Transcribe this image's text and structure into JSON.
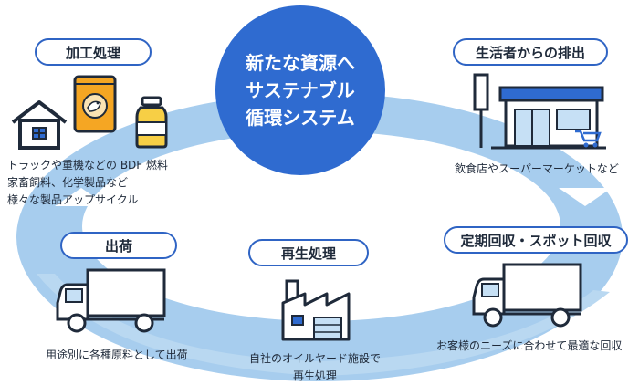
{
  "center": {
    "lines": [
      "新たな資源へ",
      "サステナブル",
      "循環システム"
    ]
  },
  "stages": {
    "processing": {
      "label": "加工処理",
      "desc": [
        "トラックや重機などの BDF 燃料",
        "家畜飼料、化学製品など",
        "様々な製品アップサイクル"
      ]
    },
    "discharge": {
      "label": "生活者からの排出",
      "desc": [
        "飲食店やスーパーマーケットなど"
      ]
    },
    "collection": {
      "label": "定期回収・スポット回収",
      "desc": [
        "お客様のニーズに合わせて最適な回収"
      ]
    },
    "recycling": {
      "label": "再生処理",
      "desc": [
        "自社のオイルヤード施設で",
        "再生処理"
      ]
    },
    "shipping": {
      "label": "出荷",
      "desc": [
        "用途別に各種原料として出荷"
      ]
    }
  },
  "colors": {
    "ring": "#a7cdee",
    "ring_light": "#c6e0f5",
    "center": "#2f6bd0",
    "pill_border": "#2f64c4",
    "icon_stroke": "#1f2a3a",
    "accent_orange": "#f5a623",
    "accent_yellow": "#f7cf45"
  },
  "icons": [
    "house-icon",
    "feed-bag-icon",
    "oil-bottle-icon",
    "store-icon",
    "truck-icon",
    "factory-icon"
  ]
}
